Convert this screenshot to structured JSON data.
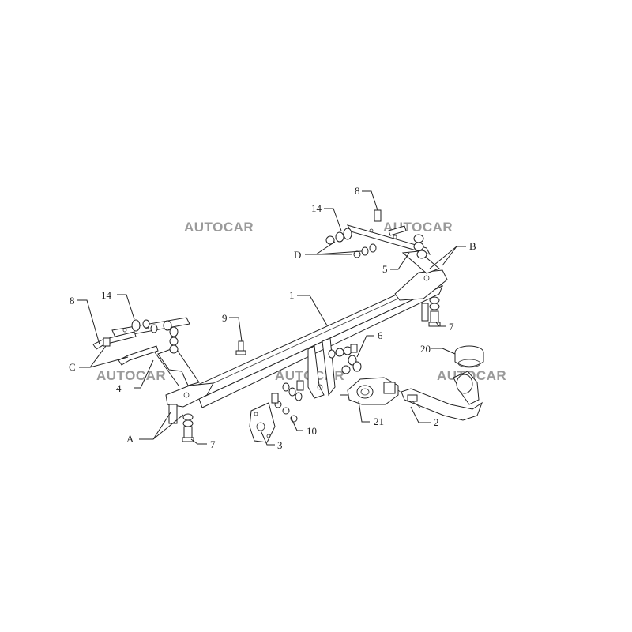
{
  "watermarks": [
    "AUTOCAR",
    "AUTOCAR",
    "AUTOCAR",
    "AUTOCAR",
    "AUTOCAR"
  ],
  "callouts": {
    "c1": "1",
    "c2": "2",
    "c3": "3",
    "c4": "4",
    "c5": "5",
    "c6": "6",
    "c7a": "7",
    "c7b": "7",
    "c8a": "8",
    "c8b": "8",
    "c9": "9",
    "c10": "10",
    "c14a": "14",
    "c14b": "14",
    "c20": "20",
    "c21": "21",
    "cA": "A",
    "cB": "B",
    "cC": "C",
    "cD": "D"
  }
}
